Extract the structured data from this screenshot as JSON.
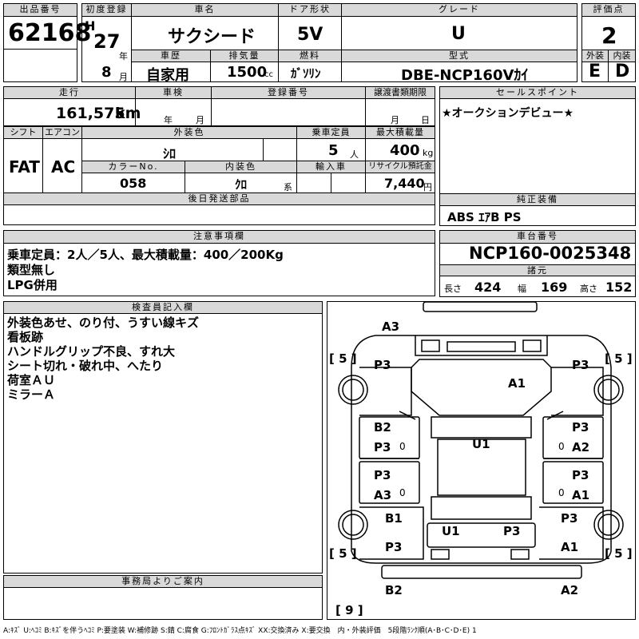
{
  "header": {
    "lot_no_label": "出品番号",
    "lot_no": "62168",
    "first_reg_label": "初度登録",
    "era": "H",
    "year": "27",
    "year_unit": "年",
    "month": "8",
    "month_unit": "月",
    "car_name_label": "車名",
    "car_name": "サクシード",
    "door_label": "ドア形状",
    "door": "5V",
    "grade_label": "グレード",
    "grade": "U",
    "score_label": "評価点",
    "score": "2",
    "history_label": "車歴",
    "history": "自家用",
    "displacement_label": "排気量",
    "displacement": "1500",
    "displacement_unit": "cc",
    "fuel_label": "燃料",
    "fuel": "ｶﾞｿﾘﾝ",
    "model_label": "型式",
    "model": "DBE-NCP160Vｶｲ",
    "ext_label": "外装",
    "ext": "E",
    "int_label": "内装",
    "int": "D"
  },
  "row2": {
    "mileage_label": "走行",
    "mileage": "161,575",
    "mileage_unit": "km",
    "inspection_label": "車検",
    "insp_year_unit": "年",
    "insp_month_unit": "月",
    "reg_no_label": "登録番号",
    "transfer_label": "譲渡書類期限",
    "transfer_month_unit": "月",
    "transfer_day_unit": "日",
    "sales_label": "セールスポイント",
    "sales_text": "★オークションデビュー★"
  },
  "row3": {
    "shift_label": "シフト",
    "shift": "FAT",
    "ac_label": "エアコン",
    "ac": "AC",
    "ext_color_label": "外装色",
    "ext_color": "ｼﾛ",
    "capacity_label": "乗車定員",
    "capacity": "5",
    "capacity_unit": "人",
    "load_label": "最大積載量",
    "load": "400",
    "load_unit": "kg",
    "color_no_label": "カラーNo.",
    "color_no": "058",
    "int_color_label": "内装色",
    "int_color": "ｸﾛ",
    "int_color_unit": "系",
    "import_label": "輸入車",
    "recycle_label": "リサイクル預託金",
    "recycle": "7,440",
    "recycle_unit": "円"
  },
  "row4": {
    "later_label": "後日発送部品",
    "equip_label": "純正装備",
    "equip": "ABS ｴｱB PS"
  },
  "caution": {
    "label": "注意事項欄",
    "lines": [
      "乗車定員：2人／5人、最大積載量：400／200Kg",
      "類型無し",
      "LPG併用"
    ]
  },
  "chassis": {
    "label": "車台番号",
    "value": "NCP160-0025348",
    "spec_label": "諸元",
    "length_label": "長さ",
    "length": "424",
    "width_label": "幅",
    "width": "169",
    "height_label": "高さ",
    "height": "152"
  },
  "inspector": {
    "label": "検査員記入欄",
    "lines": [
      "外装色あせ、のり付、うすい線キズ",
      "看板跡",
      "ハンドルグリップ不良、すれ大",
      "シート切れ・破れ中、へたり",
      "荷室ＡＵ",
      "ミラーＡ"
    ]
  },
  "diagram": {
    "tl": "[ 5 ]",
    "tr": "[ 5 ]",
    "bl": "[ 5 ]",
    "br": "[ 5 ]",
    "bottom": "[ 9 ]",
    "A3_top": "A3",
    "P3_fl": "P3",
    "P3_fr": "P3",
    "A1_hood": "A1",
    "B2_l": "B2",
    "P3_ld1": "P3",
    "P3_rd1": "P3",
    "A2_r": "A2",
    "U1_roof": "U1",
    "P3_ld2": "P3",
    "A3_l": "A3",
    "P3_rd2": "P3",
    "A1_r": "A1",
    "B1_l": "B1",
    "P3_rr": "P3",
    "U1_rear": "U1",
    "P3_rear": "P3",
    "P3_lq": "P3",
    "A1_rq": "A1",
    "B2_bottom": "B2",
    "A2_bottom": "A2",
    "zero_marks": [
      "0",
      "0",
      "0",
      "0"
    ]
  },
  "office": {
    "label": "事務局よりご案内"
  },
  "legend": "A:ｷｽﾞ U:ﾍｺﾐ B:ｷｽﾞを伴うﾍｺﾐ P:要塗装 W:補修跡 S:錆 C:腐食 G:ﾌﾛﾝﾄｶﾞﾗｽ点ｷｽﾞ XX:交換済み X:要交換　内・外装評価　5段階ﾗﾝｸ順(A･B･C･D･E) 1"
}
